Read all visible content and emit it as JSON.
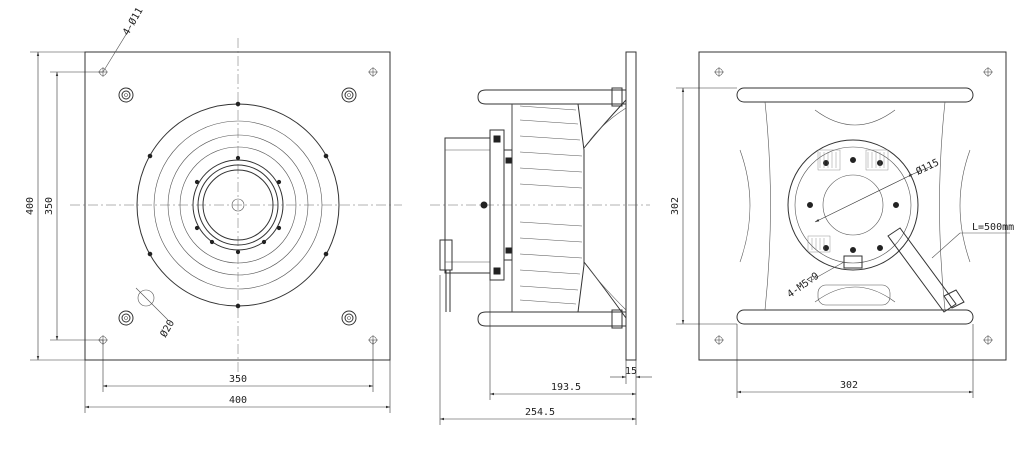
{
  "front_view": {
    "dims": {
      "height_outer": "400",
      "height_inner": "350",
      "width_inner": "350",
      "width_outer": "400",
      "holes": "4-Ø11",
      "hole_small": "Ø20"
    }
  },
  "side_view": {
    "dims": {
      "flange": "15",
      "depth_fan": "193.5",
      "depth_total": "254.5"
    }
  },
  "back_view": {
    "dims": {
      "height": "302",
      "width": "302",
      "pcd": "Ø115",
      "cable": "L=500mm",
      "threads": "4-M5▽9"
    }
  }
}
